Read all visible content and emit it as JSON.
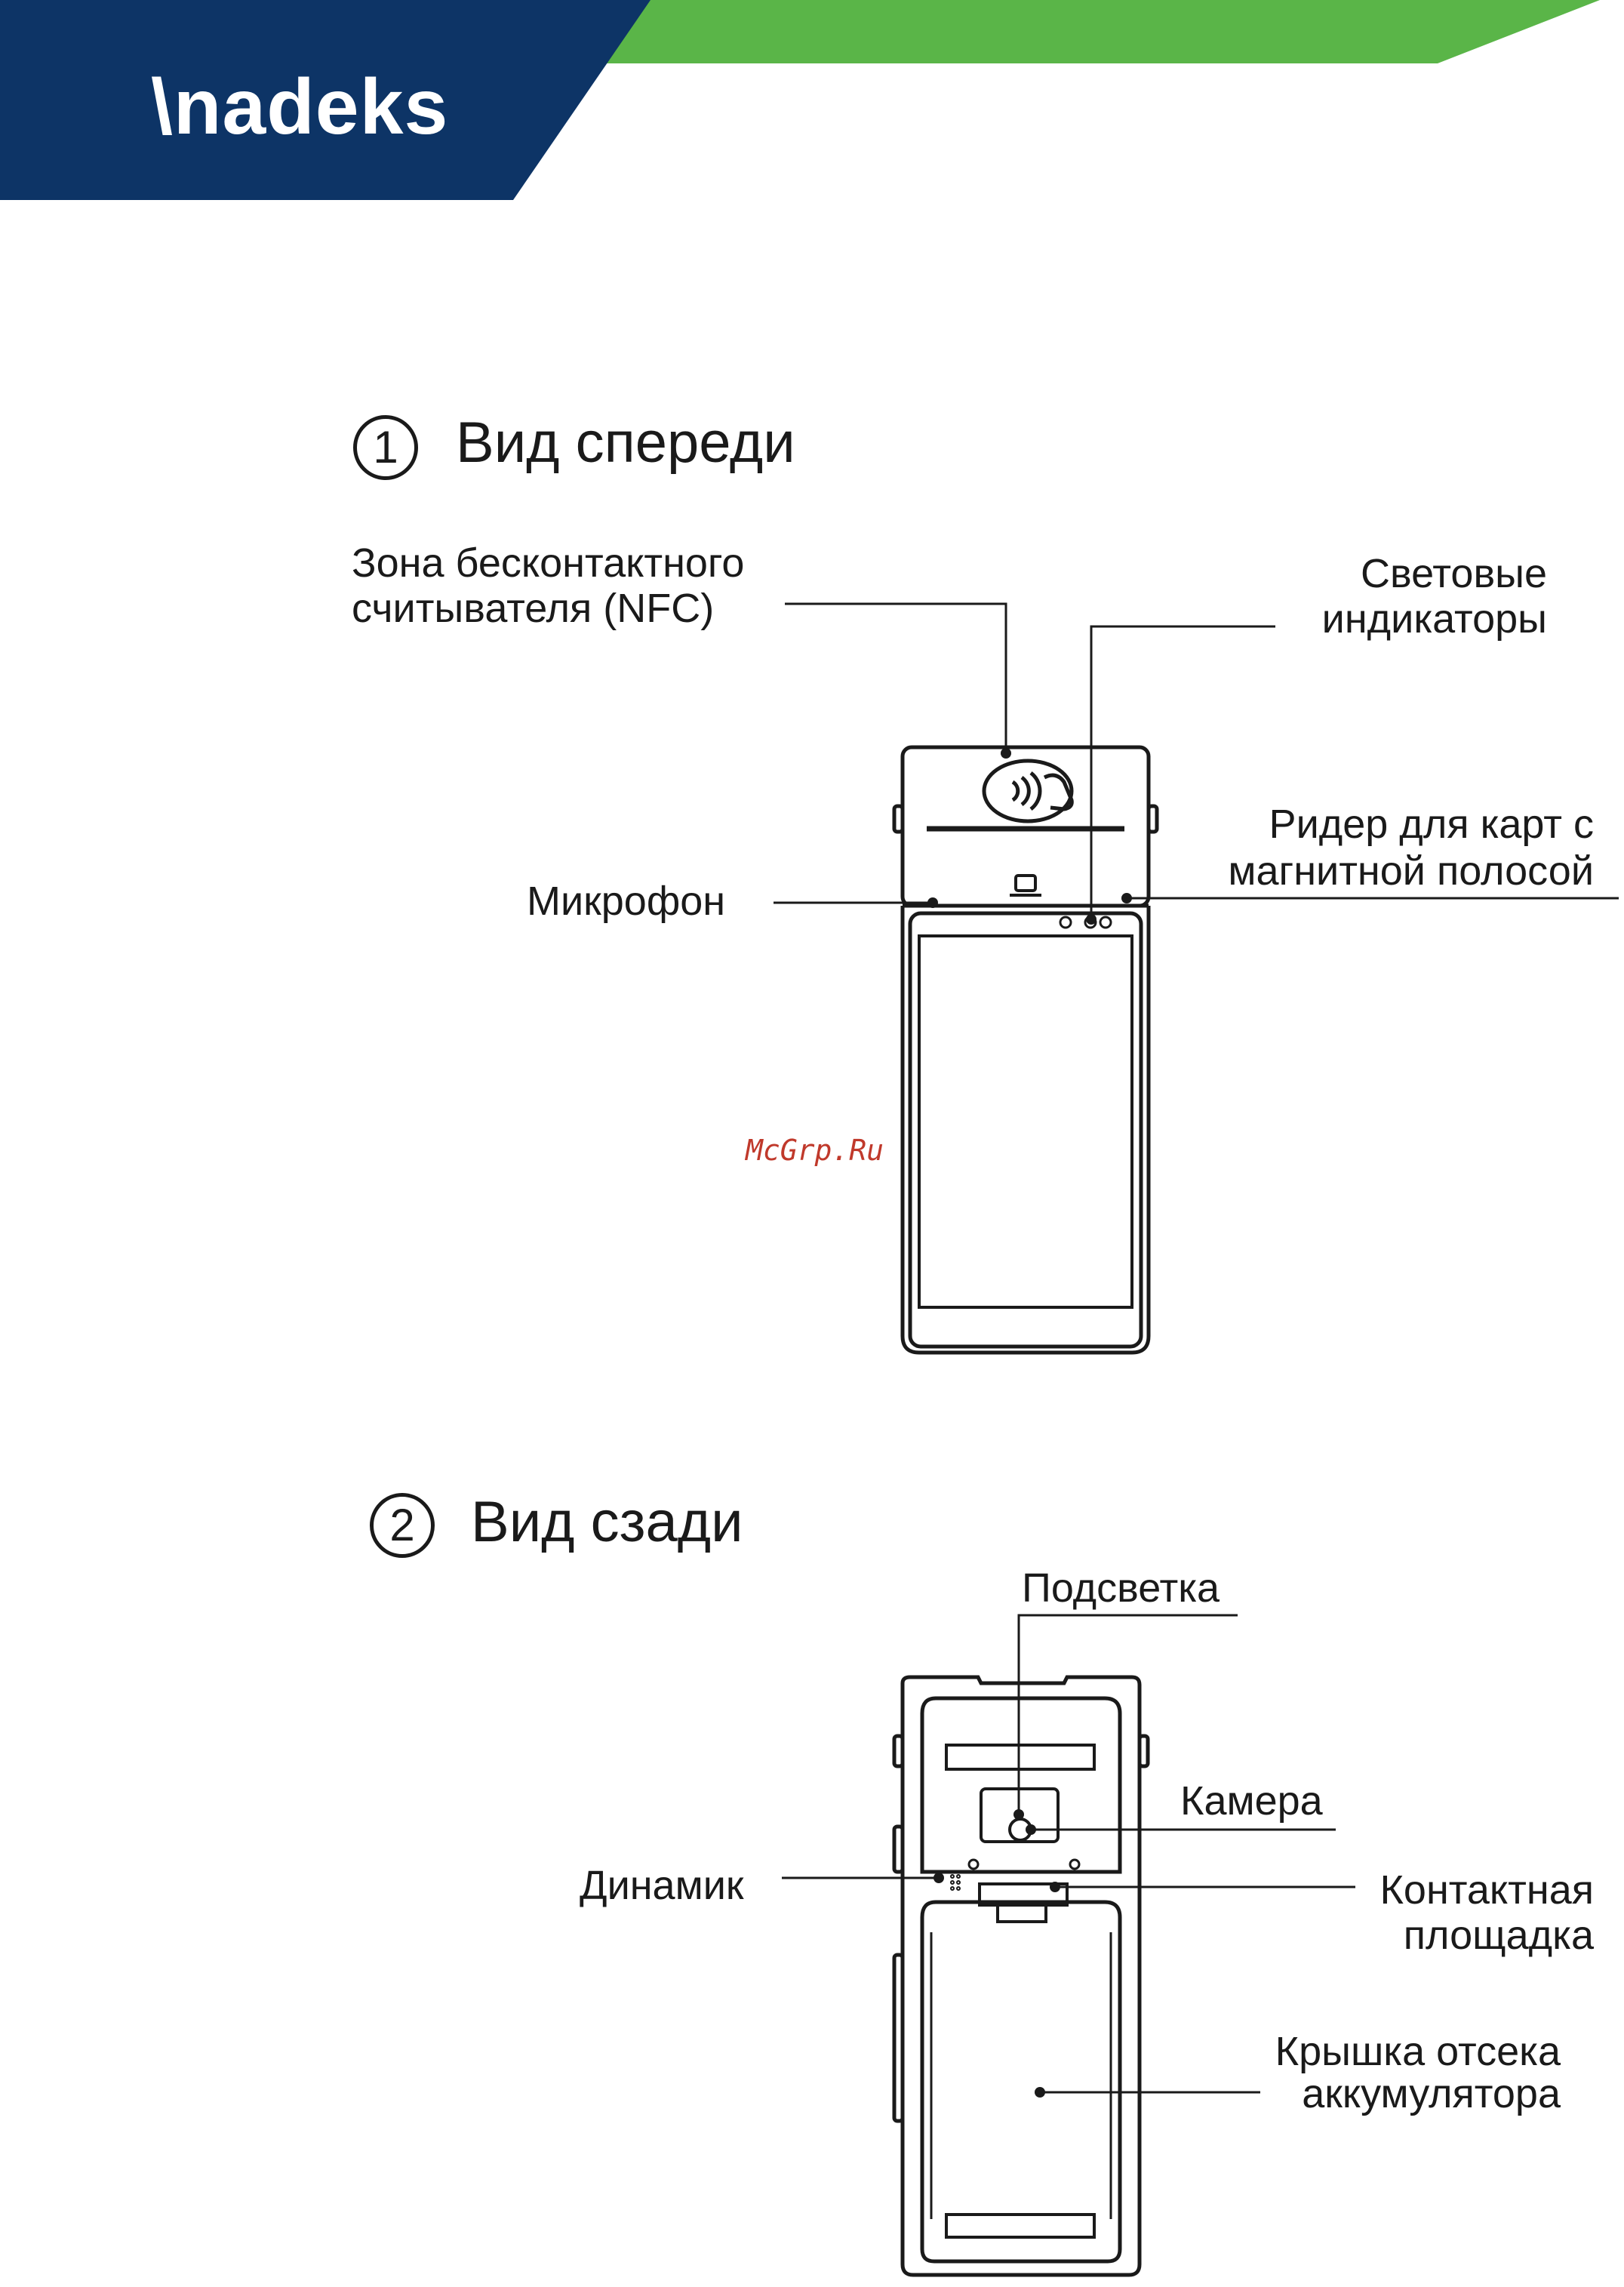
{
  "header": {
    "logo_text": "\\nadeks",
    "colors": {
      "navy": "#0d3466",
      "green": "#5ab548"
    }
  },
  "front_view": {
    "number": "1",
    "title": "Вид спереди",
    "labels": {
      "nfc": [
        "Зона бесконтактного",
        "считывателя (NFC)"
      ],
      "indicators": [
        "Световые",
        "индикаторы"
      ],
      "card_reader": [
        "Ридер для карт с",
        "магнитной полосой"
      ],
      "microphone": "Микрофон"
    }
  },
  "rear_view": {
    "number": "2",
    "title": "Вид сзади",
    "labels": {
      "backlight": "Подсветка",
      "camera": "Камера",
      "speaker": "Динамик",
      "contact_pad": [
        "Контактная",
        "площадка"
      ],
      "battery_cover": [
        "Крышка отсека",
        "аккумулятора"
      ]
    }
  },
  "watermark": "McGrp.Ru"
}
